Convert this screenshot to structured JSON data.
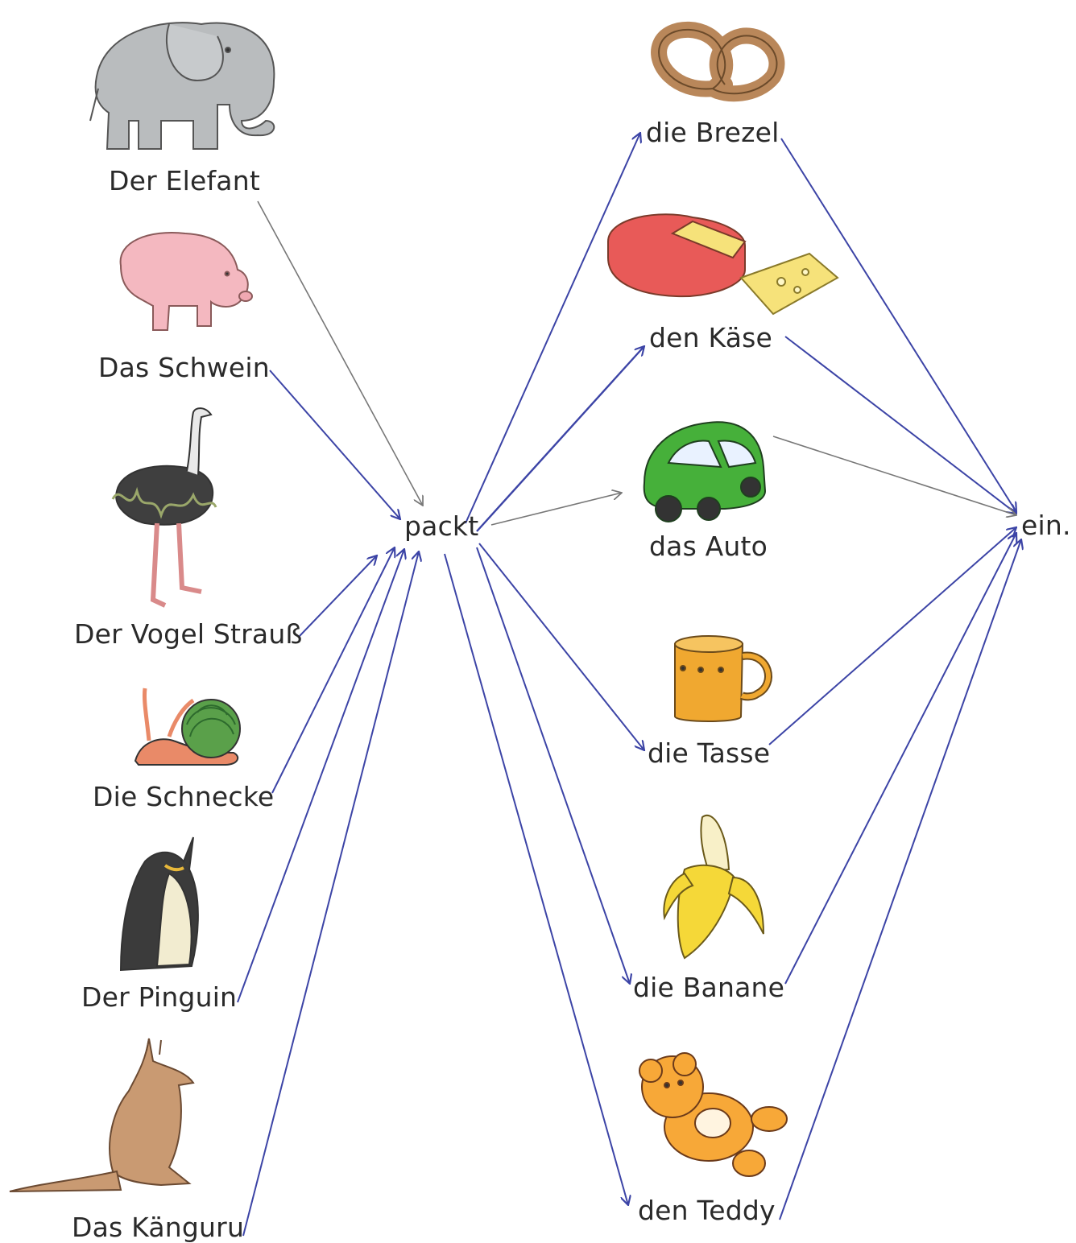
{
  "subjects": [
    {
      "id": "elefant",
      "label": "Der Elefant",
      "icon": "elephant-icon"
    },
    {
      "id": "schwein",
      "label": "Das Schwein",
      "icon": "pig-icon"
    },
    {
      "id": "strauss",
      "label": "Der Vogel Strauß",
      "icon": "ostrich-icon"
    },
    {
      "id": "schnecke",
      "label": "Die Schnecke",
      "icon": "snail-icon"
    },
    {
      "id": "pinguin",
      "label": "Der Pinguin",
      "icon": "penguin-icon"
    },
    {
      "id": "kaenguru",
      "label": "Das Känguru",
      "icon": "kangaroo-icon"
    }
  ],
  "verb": {
    "label": "packt"
  },
  "objects": [
    {
      "id": "brezel",
      "label": "die Brezel",
      "icon": "pretzel-icon"
    },
    {
      "id": "kaese",
      "label": "den Käse",
      "icon": "cheese-icon"
    },
    {
      "id": "auto",
      "label": "das Auto",
      "icon": "car-icon"
    },
    {
      "id": "tasse",
      "label": "die Tasse",
      "icon": "mug-icon"
    },
    {
      "id": "banane",
      "label": "die Banane",
      "icon": "banana-icon"
    },
    {
      "id": "teddy",
      "label": "den Teddy",
      "icon": "teddy-bear-icon"
    }
  ],
  "ending": {
    "label": "ein."
  },
  "colors": {
    "arrow_blue": "#3c44a6",
    "arrow_gray": "#777777"
  }
}
